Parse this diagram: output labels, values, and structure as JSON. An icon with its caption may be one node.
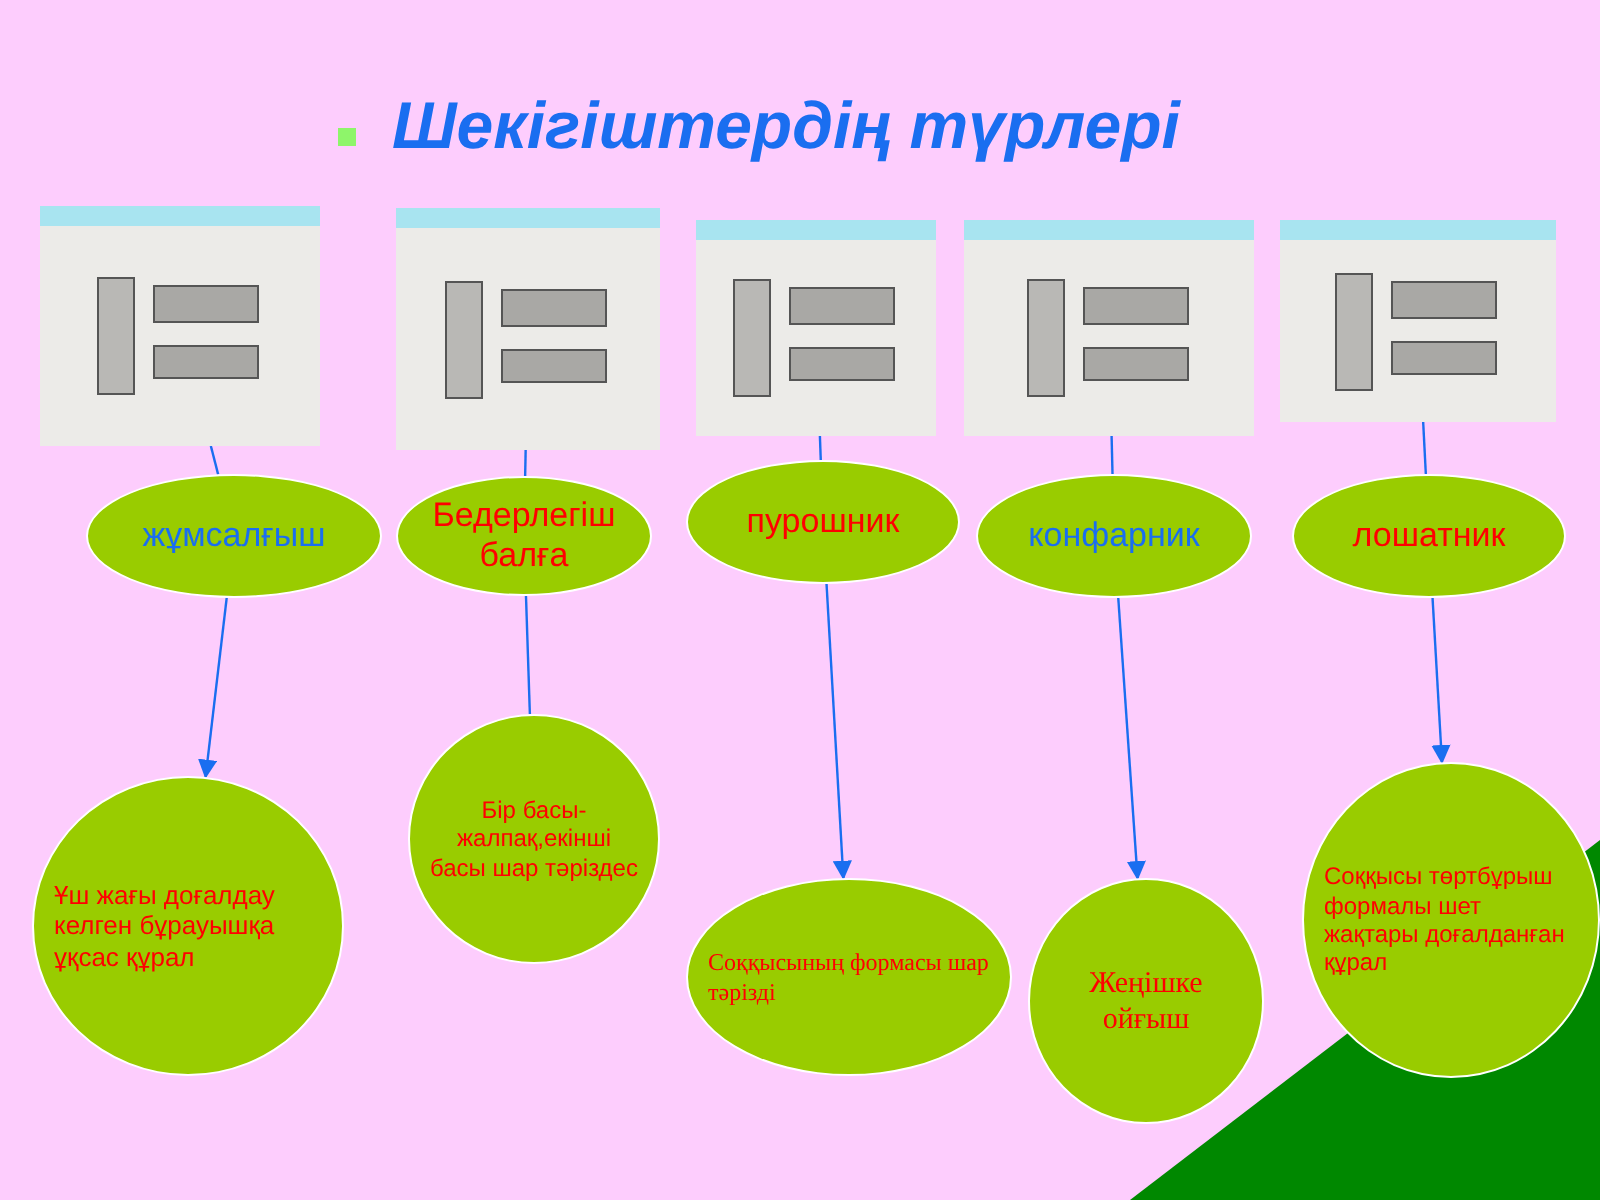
{
  "diagram": {
    "title": "Шекігіштердің түрлері",
    "nodes": [
      {
        "text": [],
        "shape": "picture"
      },
      {
        "text": [],
        "shape": "picture"
      },
      {
        "text": [],
        "shape": "picture"
      },
      {
        "text": [],
        "shape": "picture"
      },
      {
        "text": [],
        "shape": "picture"
      },
      {
        "text": [
          "жұмсалғыш"
        ]
      },
      {
        "text": [
          "Бедерлегіш балға"
        ]
      },
      {
        "text": [
          "пурошник"
        ]
      },
      {
        "text": [
          "конфарник"
        ]
      },
      {
        "text": [
          "лошатник"
        ]
      },
      {
        "text": [
          "Ұш жағы доғалдау келген бұрауышқа ұқсас құрал"
        ]
      },
      {
        "text": [
          "Бір басы-жалпақ,екінші басы шар тəріздес"
        ]
      },
      {
        "text": [
          "Соққысының формасы шар тəрізді"
        ]
      },
      {
        "text": [
          "Жеңішке ойғыш"
        ]
      },
      {
        "text": [
          "Соққысы төртбұрыш формалы шет жақтары доғалданған құрал"
        ]
      }
    ],
    "edges": [
      {
        "from": 0,
        "to": 5,
        "arrow": "none"
      },
      {
        "from": 1,
        "to": 6,
        "arrow": "none"
      },
      {
        "from": 2,
        "to": 7,
        "arrow": "none"
      },
      {
        "from": 3,
        "to": 8,
        "arrow": "none"
      },
      {
        "from": 4,
        "to": 9,
        "arrow": "none"
      },
      {
        "from": 5,
        "to": 10,
        "arrow": "to"
      },
      {
        "from": 6,
        "to": 11,
        "arrow": "none"
      },
      {
        "from": 7,
        "to": 12,
        "arrow": "to"
      },
      {
        "from": 8,
        "to": 13,
        "arrow": "to"
      },
      {
        "from": 9,
        "to": 14,
        "arrow": "to"
      }
    ]
  }
}
